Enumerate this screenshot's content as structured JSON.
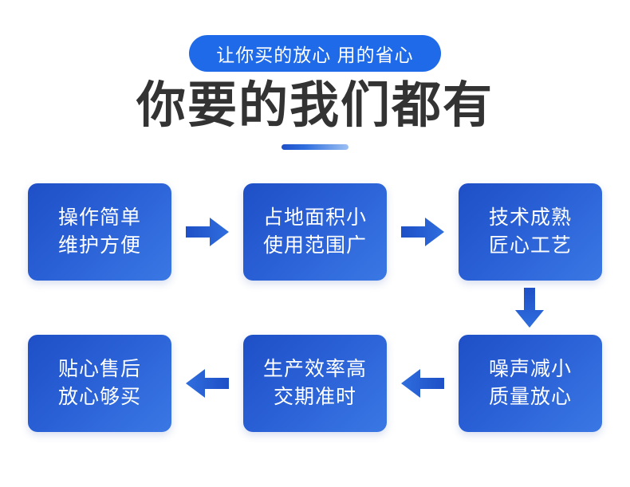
{
  "header": {
    "badge": "让你买的放心 用的省心",
    "title": "你要的我们都有",
    "badge_bg": "#1f6ae8",
    "title_color": "#333333",
    "divider_gradient_from": "#1e50c8",
    "divider_gradient_to": "#9cc0f2"
  },
  "theme": {
    "box_gradient_from": "#1e4fc6",
    "box_gradient_to": "#3a78e4",
    "arrow_color": "#1f5bd0",
    "box_text_color": "#ffffff",
    "page_bg": "#ffffff"
  },
  "flow": {
    "rows": [
      {
        "direction": "right",
        "boxes": [
          {
            "line1": "操作简单",
            "line2": "维护方便"
          },
          {
            "line1": "占地面积小",
            "line2": "使用范围广"
          },
          {
            "line1": "技术成熟",
            "line2": "匠心工艺"
          }
        ],
        "arrows": [
          {
            "icon": "arrow-right-icon"
          },
          {
            "icon": "arrow-right-icon"
          }
        ]
      },
      {
        "direction": "left",
        "boxes": [
          {
            "line1": "贴心售后",
            "line2": "放心够买"
          },
          {
            "line1": "生产效率高",
            "line2": "交期准时"
          },
          {
            "line1": "噪声减小",
            "line2": "质量放心"
          }
        ],
        "arrows": [
          {
            "icon": "arrow-left-icon"
          },
          {
            "icon": "arrow-left-icon"
          }
        ]
      }
    ],
    "connector": {
      "icon": "arrow-down-icon"
    }
  }
}
